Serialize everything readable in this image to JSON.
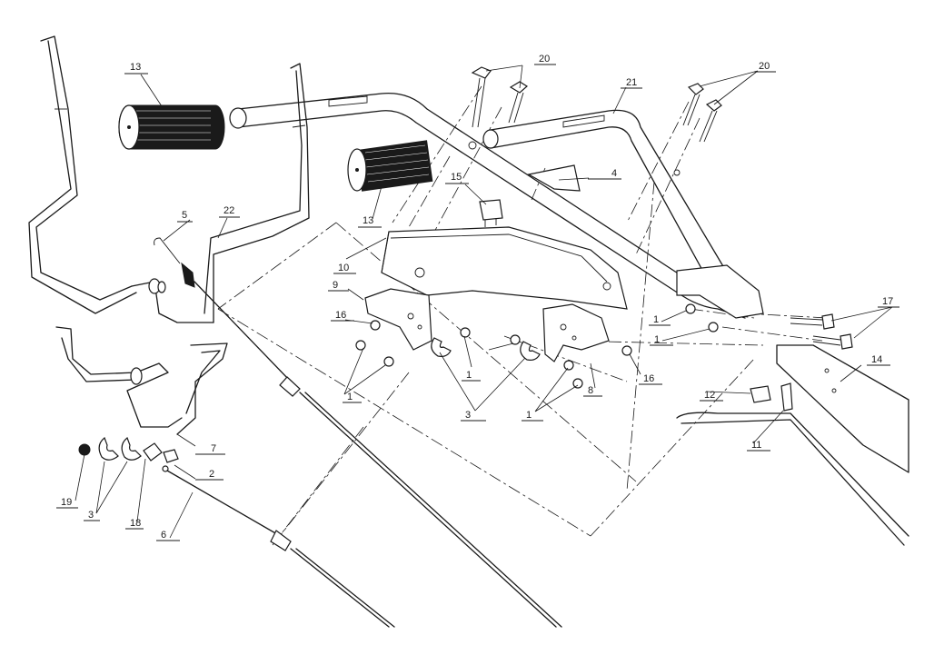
{
  "labels": {
    "c1": "1",
    "c1b": "1",
    "c1c": "1",
    "c1d": "1",
    "c1e": "1",
    "c2": "2",
    "c3": "3",
    "c3b": "3",
    "c4": "4",
    "c5": "5",
    "c6": "6",
    "c7": "7",
    "c8": "8",
    "c9": "9",
    "c10": "10",
    "c11": "11",
    "c12": "12",
    "c13": "13",
    "c13b": "13",
    "c14": "14",
    "c15": "15",
    "c16": "16",
    "c16b": "16",
    "c17": "17",
    "c18": "18",
    "c19": "19",
    "c20": "20",
    "c20b": "20",
    "c21": "21",
    "c22": "22"
  }
}
